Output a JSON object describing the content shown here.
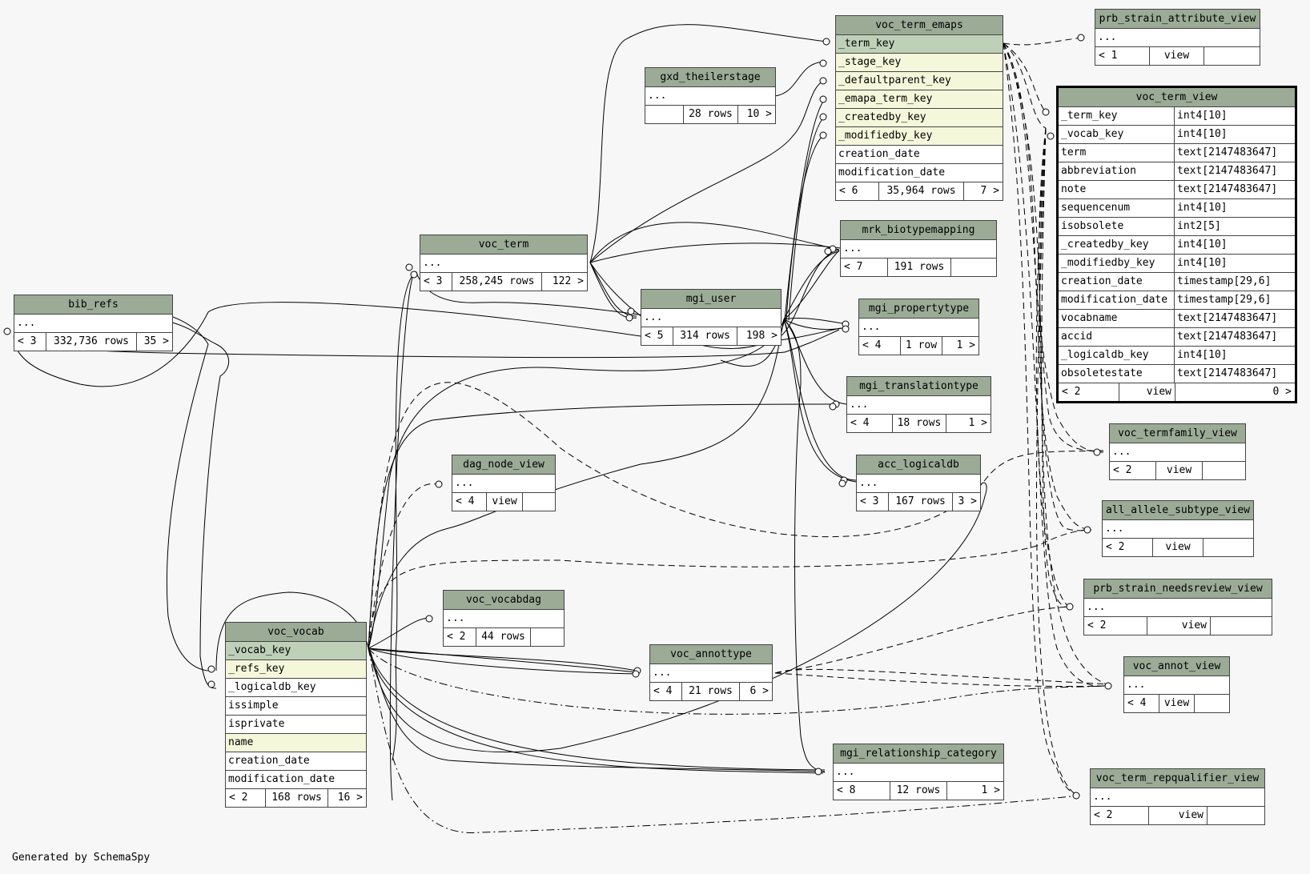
{
  "generated_by": "Generated by SchemaSpy",
  "focus_table": {
    "name": "voc_term_view",
    "columns": [
      {
        "name": "_term_key",
        "type": "int4[10]"
      },
      {
        "name": "_vocab_key",
        "type": "int4[10]"
      },
      {
        "name": "term",
        "type": "text[2147483647]"
      },
      {
        "name": "abbreviation",
        "type": "text[2147483647]"
      },
      {
        "name": "note",
        "type": "text[2147483647]"
      },
      {
        "name": "sequencenum",
        "type": "int4[10]"
      },
      {
        "name": "isobsolete",
        "type": "int2[5]"
      },
      {
        "name": "_createdby_key",
        "type": "int4[10]"
      },
      {
        "name": "_modifiedby_key",
        "type": "int4[10]"
      },
      {
        "name": "creation_date",
        "type": "timestamp[29,6]"
      },
      {
        "name": "modification_date",
        "type": "timestamp[29,6]"
      },
      {
        "name": "vocabname",
        "type": "text[2147483647]"
      },
      {
        "name": "accid",
        "type": "text[2147483647]"
      },
      {
        "name": "_logicaldb_key",
        "type": "int4[10]"
      },
      {
        "name": "obsoletestate",
        "type": "text[2147483647]"
      }
    ],
    "footer": [
      "< 2",
      "view",
      "0 >"
    ]
  },
  "tables": {
    "voc_term_emaps": {
      "name": "voc_term_emaps",
      "rows": [
        "_term_key",
        "_stage_key",
        "_defaultparent_key",
        "_emapa_term_key",
        "_createdby_key",
        "_modifiedby_key",
        "creation_date",
        "modification_date"
      ],
      "footer": [
        "< 6",
        "35,964 rows",
        "7 >"
      ]
    },
    "prb_strain_attribute_view": {
      "name": "prb_strain_attribute_view",
      "rows": [
        "..."
      ],
      "footer": [
        "< 1",
        "view",
        ""
      ]
    },
    "gxd_theilerstage": {
      "name": "gxd_theilerstage",
      "rows": [
        "..."
      ],
      "footer": [
        "",
        "28 rows",
        "10 >"
      ]
    },
    "mrk_biotypemapping": {
      "name": "mrk_biotypemapping",
      "rows": [
        "..."
      ],
      "footer": [
        "< 7",
        "191 rows",
        ""
      ]
    },
    "voc_term": {
      "name": "voc_term",
      "rows": [
        "..."
      ],
      "footer": [
        "< 3",
        "258,245 rows",
        "122 >"
      ]
    },
    "mgi_user": {
      "name": "mgi_user",
      "rows": [
        "..."
      ],
      "footer": [
        "< 5",
        "314 rows",
        "198 >"
      ]
    },
    "mgi_propertytype": {
      "name": "mgi_propertytype",
      "rows": [
        "..."
      ],
      "footer": [
        "< 4",
        "1 row",
        "1 >"
      ]
    },
    "bib_refs": {
      "name": "bib_refs",
      "rows": [
        "..."
      ],
      "footer": [
        "< 3",
        "332,736 rows",
        "35 >"
      ]
    },
    "mgi_translationtype": {
      "name": "mgi_translationtype",
      "rows": [
        "..."
      ],
      "footer": [
        "< 4",
        "18 rows",
        "1 >"
      ]
    },
    "voc_termfamily_view": {
      "name": "voc_termfamily_view",
      "rows": [
        "..."
      ],
      "footer": [
        "< 2",
        "view",
        ""
      ]
    },
    "dag_node_view": {
      "name": "dag_node_view",
      "rows": [
        "..."
      ],
      "footer": [
        "< 4",
        "view",
        ""
      ]
    },
    "acc_logicaldb": {
      "name": "acc_logicaldb",
      "rows": [
        "..."
      ],
      "footer": [
        "< 3",
        "167 rows",
        "3 >"
      ]
    },
    "all_allele_subtype_view": {
      "name": "all_allele_subtype_view",
      "rows": [
        "..."
      ],
      "footer": [
        "< 2",
        "view",
        ""
      ]
    },
    "prb_strain_needsreview_view": {
      "name": "prb_strain_needsreview_view",
      "rows": [
        "..."
      ],
      "footer": [
        "< 2",
        "view",
        ""
      ]
    },
    "voc_vocabdag": {
      "name": "voc_vocabdag",
      "rows": [
        "..."
      ],
      "footer": [
        "< 2",
        "44 rows",
        ""
      ]
    },
    "voc_vocab": {
      "name": "voc_vocab",
      "rows": [
        "_vocab_key",
        "_refs_key",
        "_logicaldb_key",
        "issimple",
        "isprivate",
        "name",
        "creation_date",
        "modification_date"
      ],
      "footer": [
        "< 2",
        "168 rows",
        "16 >"
      ]
    },
    "voc_annottype": {
      "name": "voc_annottype",
      "rows": [
        "..."
      ],
      "footer": [
        "< 4",
        "21 rows",
        "6 >"
      ]
    },
    "voc_annot_view": {
      "name": "voc_annot_view",
      "rows": [
        "..."
      ],
      "footer": [
        "< 4",
        "view",
        ""
      ]
    },
    "mgi_relationship_category": {
      "name": "mgi_relationship_category",
      "rows": [
        "..."
      ],
      "footer": [
        "< 8",
        "12 rows",
        "1 >"
      ]
    },
    "voc_term_repqualifier_view": {
      "name": "voc_term_repqualifier_view",
      "rows": [
        "..."
      ],
      "footer": [
        "< 2",
        "view",
        ""
      ]
    }
  }
}
